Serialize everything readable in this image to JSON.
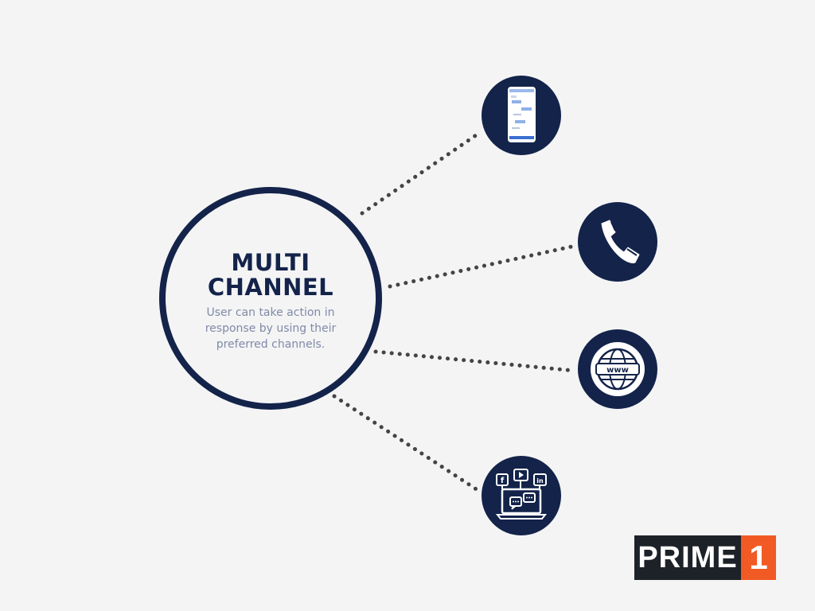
{
  "hub": {
    "title_line1": "MULTI",
    "title_line2": "CHANNEL",
    "description": "User can take action in response by using their preferred channels."
  },
  "channels": [
    {
      "icon": "sms-chat-phone-icon"
    },
    {
      "icon": "phone-call-icon"
    },
    {
      "icon": "www-globe-icon"
    },
    {
      "icon": "social-media-laptop-icon"
    }
  ],
  "social_icons": [
    "f",
    "in"
  ],
  "brand": {
    "name": "PRIME",
    "number": "1"
  },
  "colors": {
    "navy": "#13234a",
    "background": "#f4f4f5",
    "description_text": "#7f8aa6",
    "brand_dark": "#1d2128",
    "brand_accent": "#f15a24",
    "connector": "#444444"
  }
}
